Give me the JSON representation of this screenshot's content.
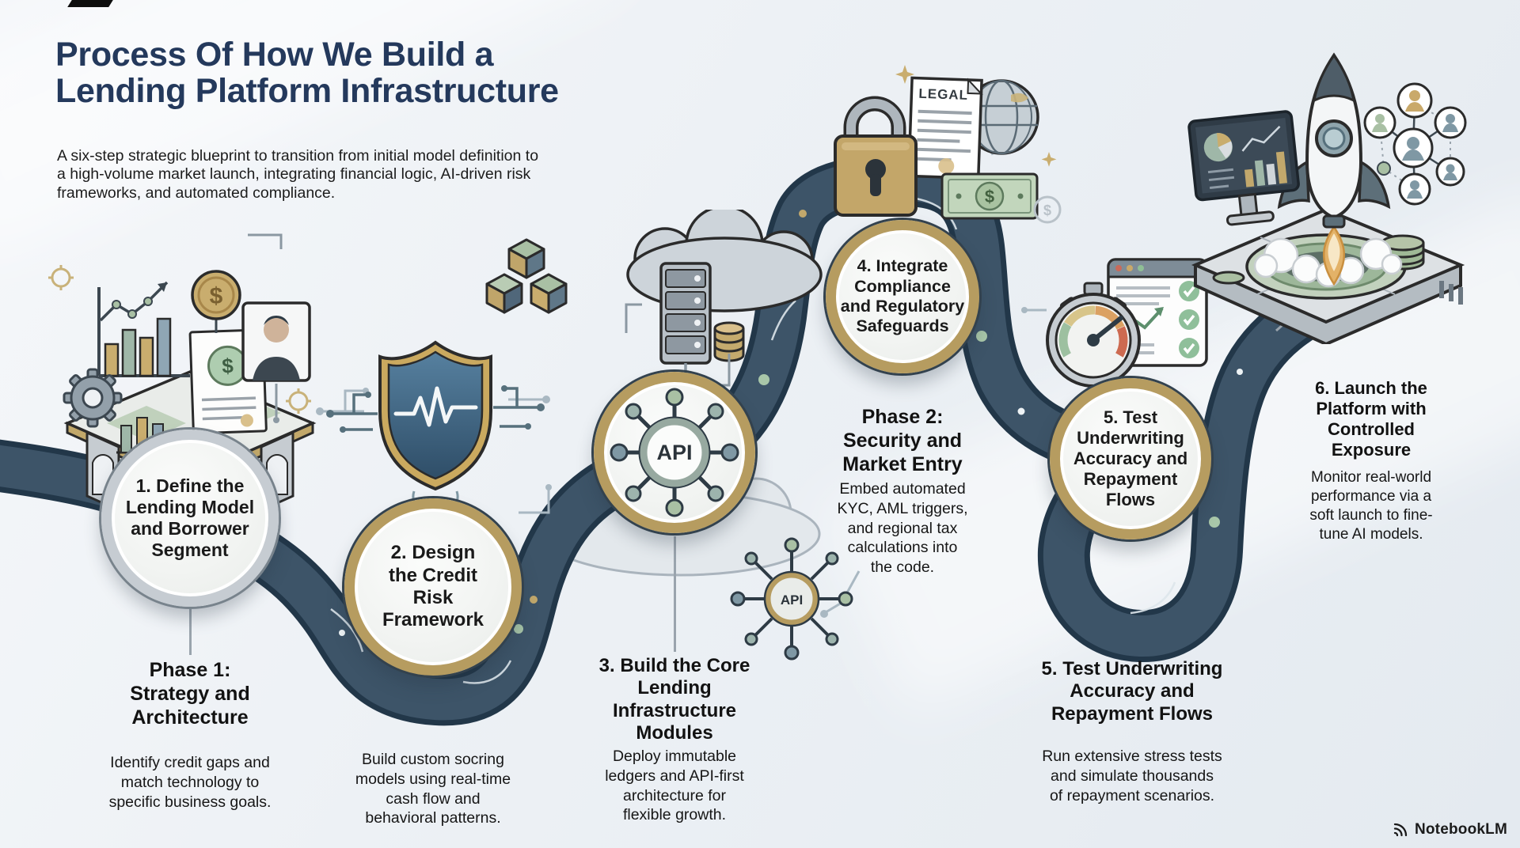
{
  "header": {
    "title_lines": [
      "Process Of How We Build a",
      "Lending Platform Infrastructure"
    ],
    "subtitle_lines": [
      "A six-step strategic blueprint to transition from initial model definition to",
      "a high-volume market launch, integrating financial logic, AI-driven risk",
      "frameworks, and automated compliance."
    ]
  },
  "steps": {
    "step1": {
      "label_lines": [
        "1. Define the",
        "Lending Model",
        "and Borrower",
        "Segment"
      ]
    },
    "step2": {
      "label_lines": [
        "2. Design",
        "the Credit",
        "Risk",
        "Framework"
      ],
      "description_lines": [
        "Build custom socring",
        "models using real-time",
        "cash flow and",
        "behavioral patterns."
      ]
    },
    "step3": {
      "hub_label": "API",
      "hub_label_small": "API",
      "title_lines": [
        "3. Build the Core",
        "Lending",
        "Infrastructure",
        "Modules"
      ],
      "description_lines": [
        "Deploy immutable",
        "ledgers and API-first",
        "architecture for",
        "flexible growth."
      ]
    },
    "step4": {
      "label_lines": [
        "4. Integrate",
        "Compliance",
        "and Regulatory",
        "Safeguards"
      ],
      "document_label": "LEGAL"
    },
    "step5": {
      "label_lines": [
        "5. Test",
        "Underwriting",
        "Accuracy and",
        "Repayment",
        "Flows"
      ],
      "title_lines": [
        "5. Test Underwriting",
        "Accuracy and",
        "Repayment Flows"
      ],
      "description_lines": [
        "Run extensive stress tests",
        "and simulate thousands",
        "of repayment scenarios."
      ]
    },
    "step6": {
      "title_lines": [
        "6. Launch the",
        "Platform with",
        "Controlled",
        "Exposure"
      ],
      "description_lines": [
        "Monitor real-world",
        "performance via a",
        "soft launch to fine-",
        "tune AI models."
      ]
    }
  },
  "phases": {
    "phase1": {
      "label_lines": [
        "Phase 1:",
        "Strategy and",
        "Architecture"
      ],
      "description_lines": [
        "Identify credit gaps and",
        "match technology to",
        "specific business goals."
      ]
    },
    "phase2": {
      "label_lines": [
        "Phase 2:",
        "Security and",
        "Market Entry"
      ],
      "description_lines": [
        "Embed automated",
        "KYC, AML triggers,",
        "and regional tax",
        "calculations into",
        "the code."
      ]
    }
  },
  "icons": {
    "dollar": "$"
  },
  "watermark": {
    "brand": "NotebookLM"
  },
  "colors": {
    "title_navy": "#24395c",
    "road_fill": "#3d5468",
    "road_edge": "#223749",
    "gold_ring": "#b69c60",
    "silver_ring": "#c6ccd2",
    "accent_green": "#a9c0a4",
    "accent_gold": "#c9ad6e",
    "accent_slate": "#7f98a4",
    "background": "#edf1f5",
    "body_text": "#161616"
  }
}
